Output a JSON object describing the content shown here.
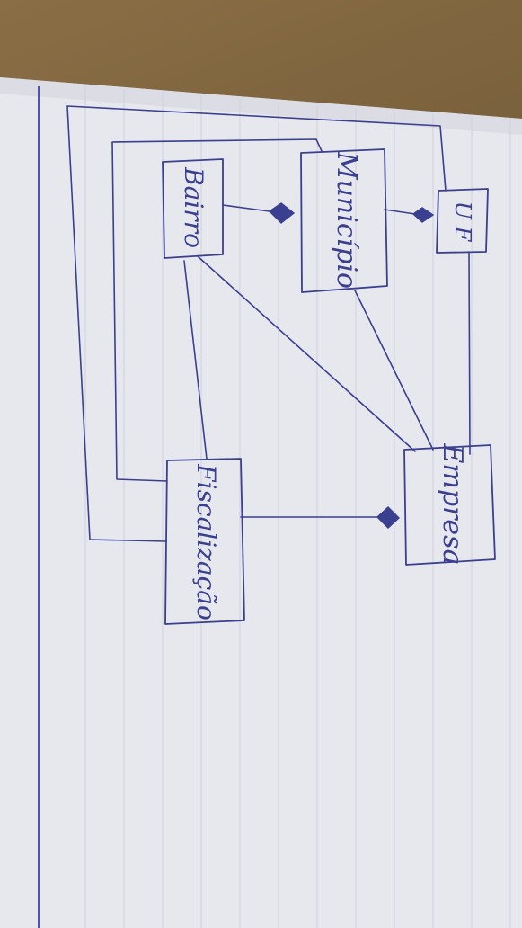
{
  "entities": {
    "uf": "U F",
    "municipio": "Município",
    "bairro": "Bairro",
    "empresa": "Empresa",
    "fiscalizacao": "Fiscalização"
  },
  "colors": {
    "ink": "#3a3f8f",
    "paper": "#e9e9ee",
    "rule_line": "#c9c9d6",
    "margin_line": "#4b55b8",
    "desk": "#6e5a3a"
  }
}
